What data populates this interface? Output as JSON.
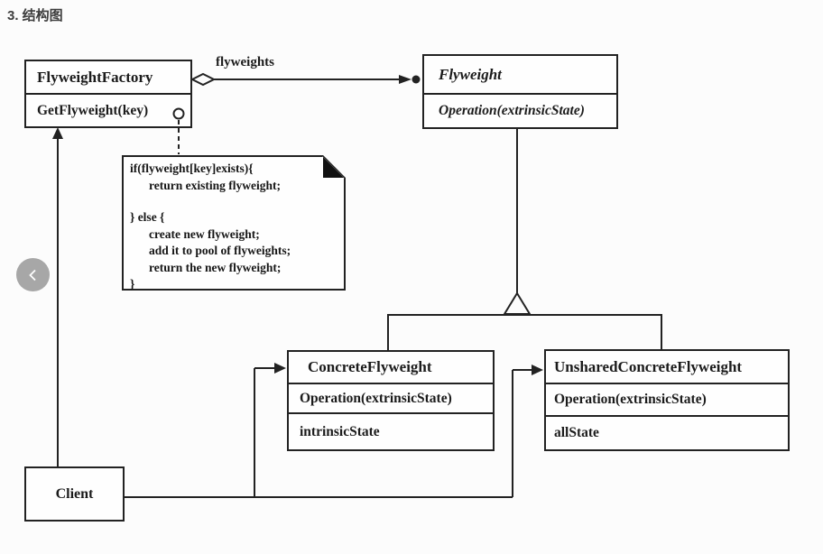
{
  "page": {
    "title": "3. 结构图"
  },
  "colors": {
    "line": "#222222",
    "page_title": "#3d3d3d",
    "nav_button_bg": "#9c9c9c",
    "nav_chevron": "#ffffff",
    "note_fold": "#111111"
  },
  "diagram": {
    "factory": {
      "name": "FlyweightFactory",
      "method": "GetFlyweight(key)"
    },
    "flyweight": {
      "name": "Flyweight",
      "method": "Operation(extrinsicState)"
    },
    "concrete": {
      "name": "ConcreteFlyweight",
      "method": "Operation(extrinsicState)",
      "attribute": "intrinsicState"
    },
    "unshared": {
      "name": "UnsharedConcreteFlyweight",
      "method": "Operation(extrinsicState)",
      "attribute": "allState"
    },
    "client": {
      "name": "Client"
    },
    "association": {
      "label": "flyweights"
    },
    "note": {
      "lines": [
        "if(flyweight[key]exists){",
        "return existing flyweight;",
        "} else {",
        "create new flyweight;",
        "add it to pool of flyweights;",
        "return the new flyweight;",
        "}"
      ]
    }
  }
}
